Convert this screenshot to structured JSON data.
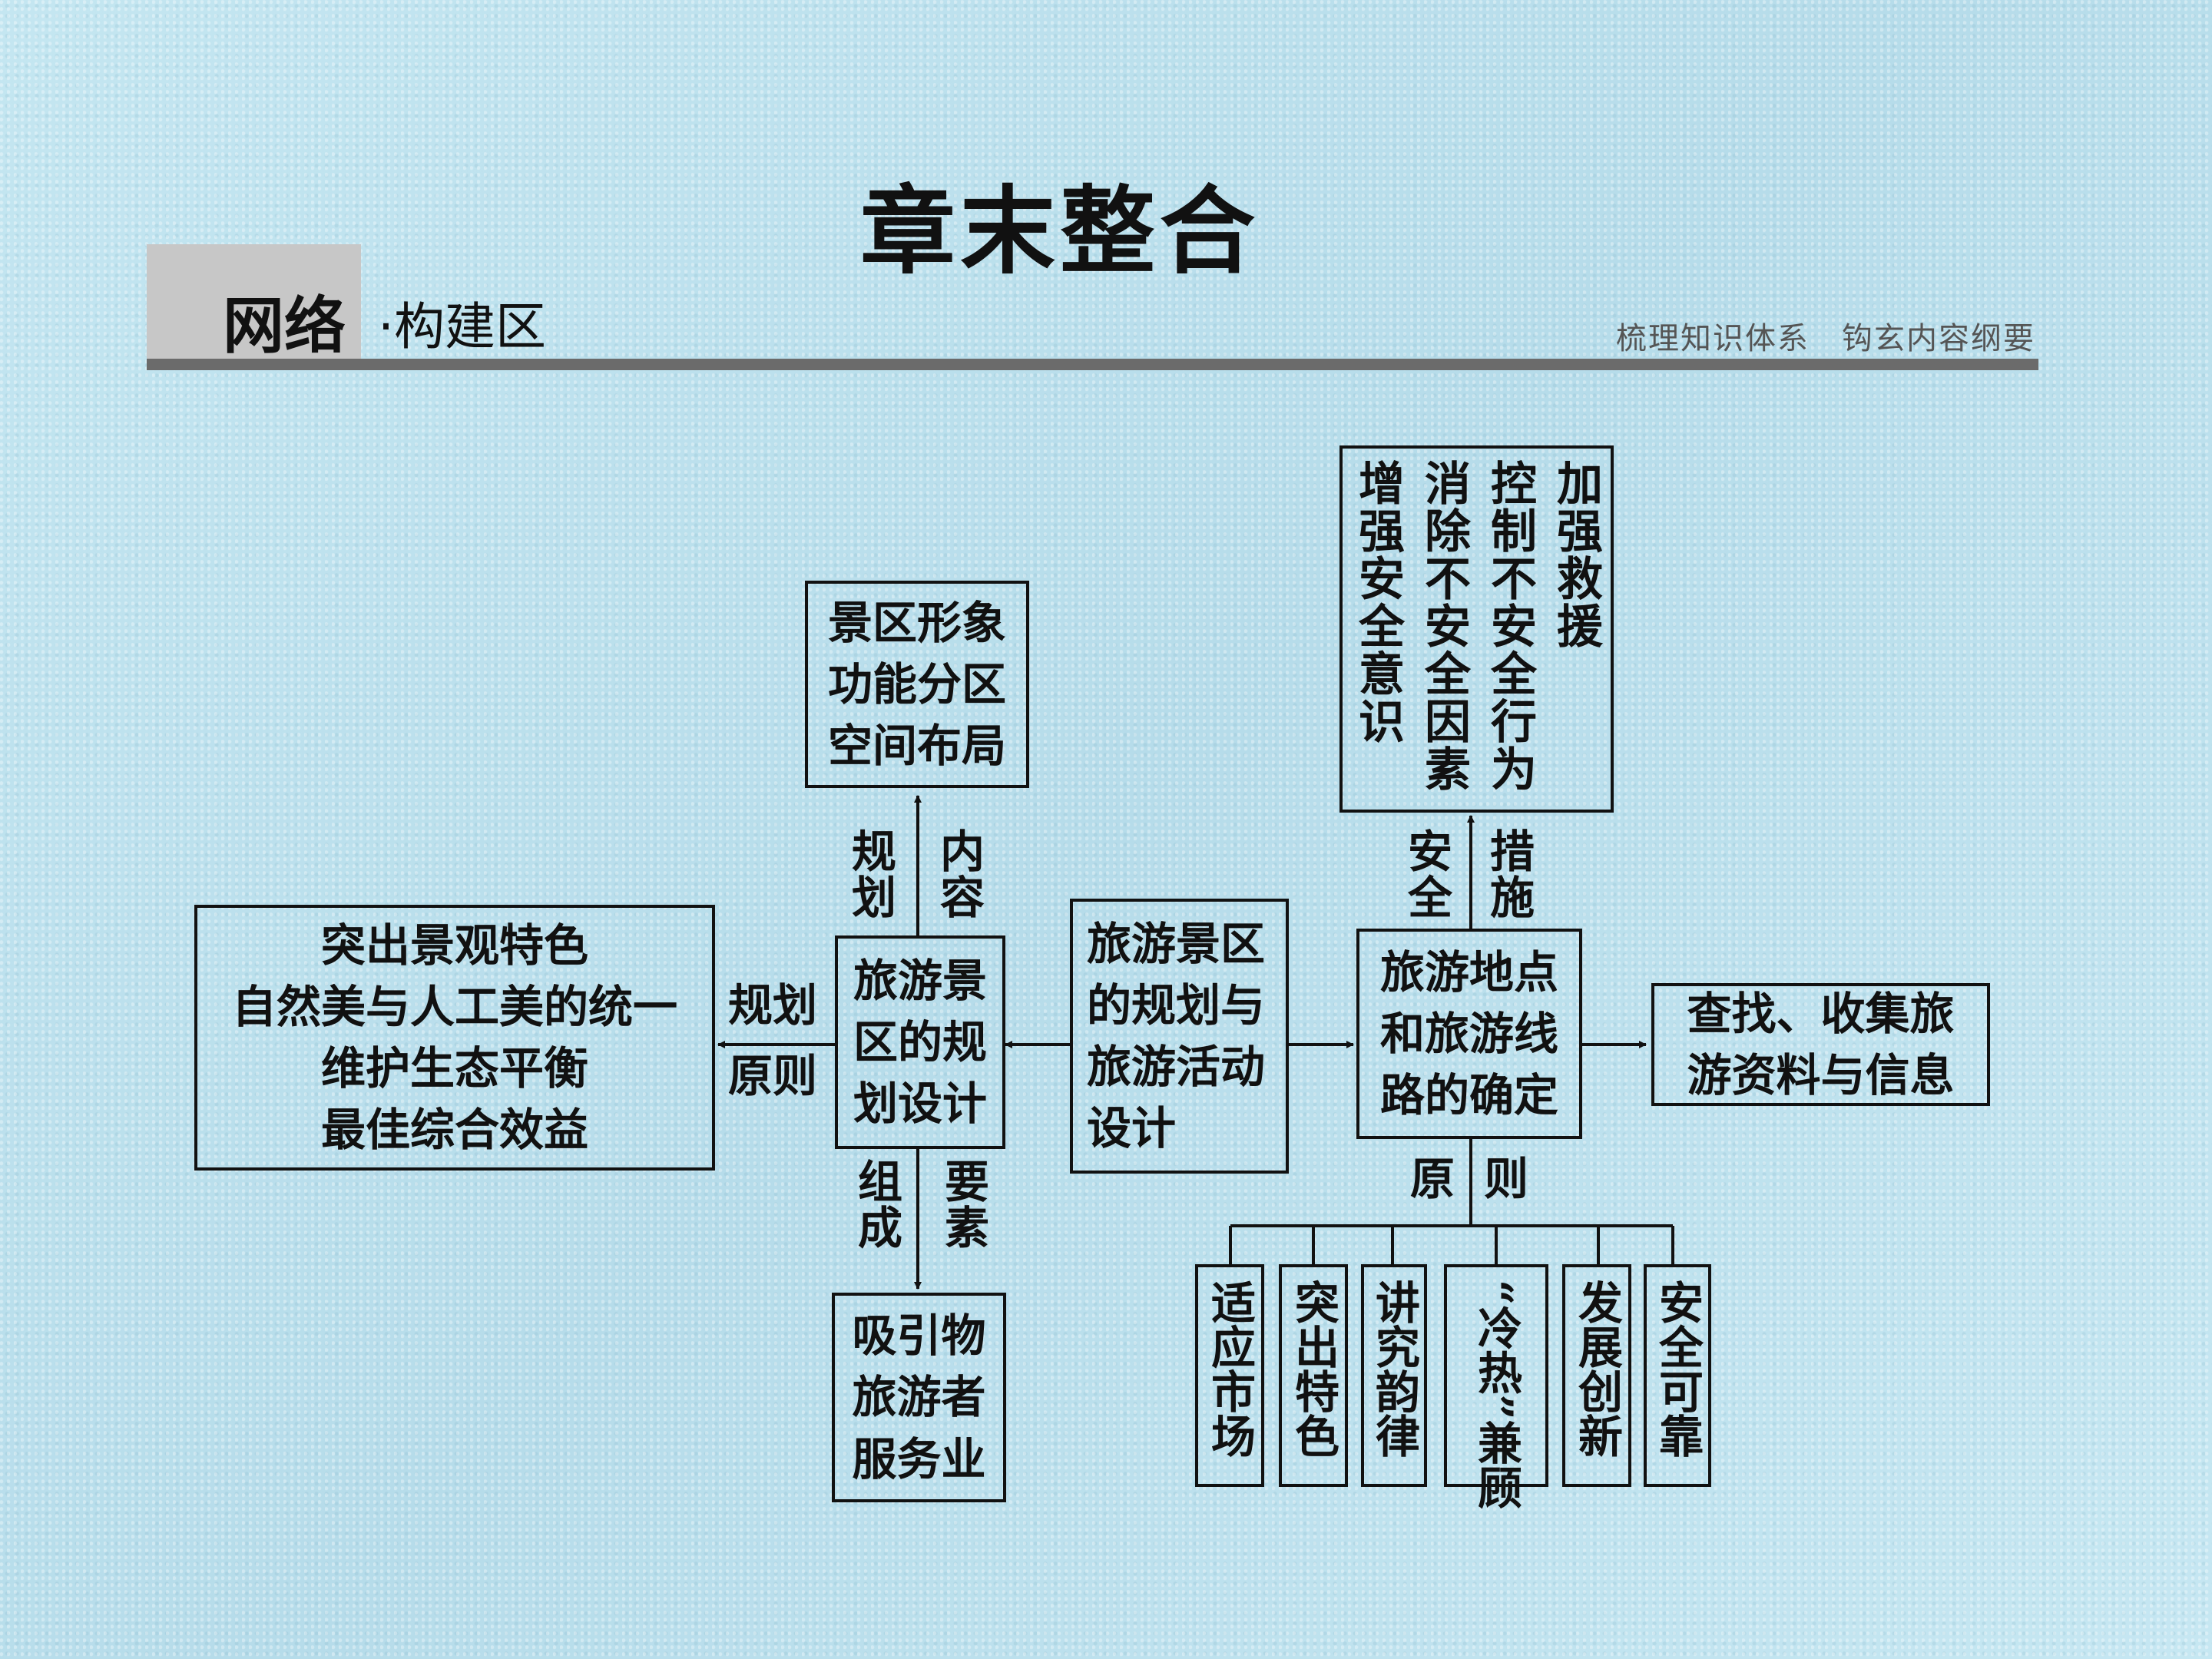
{
  "header": {
    "title": "章末整合",
    "section_main": "网络",
    "section_sub": "·构建区",
    "right_text": "梳理知识体系　钩玄内容纲要"
  },
  "diagram": {
    "center": [
      "旅游景区",
      "的规划与",
      "旅游活动",
      "设计"
    ],
    "planning": [
      "旅游景",
      "区的规",
      "划设计"
    ],
    "image_box": [
      "景区形象",
      "功能分区",
      "空间布局"
    ],
    "label_plan": "规划",
    "label_content": "内容",
    "principles_box": [
      "突出景观特色",
      "自然美与人工美的统一",
      "维护生态平衡",
      "最佳综合效益"
    ],
    "label_plan_principle": [
      "规划",
      "原则"
    ],
    "elements_box": [
      "吸引物",
      "旅游者",
      "服务业"
    ],
    "label_compose": "组成",
    "label_elements": "要素",
    "location_box": [
      "旅游地点",
      "和旅游线",
      "路的确定"
    ],
    "info_box": [
      "查找、收集旅",
      "游资料与信息"
    ],
    "safety_box_cols": [
      "加强救援",
      "控制不安全行为",
      "消除不安全因素",
      "增强安全意识"
    ],
    "label_safety": "安全",
    "label_measures": "措施",
    "label_principle": "原",
    "label_rule": "则",
    "principle_items": [
      "适应市场",
      "突出特色",
      "讲究韵律",
      "“冷热”兼顾",
      "发展创新",
      "安全可靠"
    ]
  }
}
